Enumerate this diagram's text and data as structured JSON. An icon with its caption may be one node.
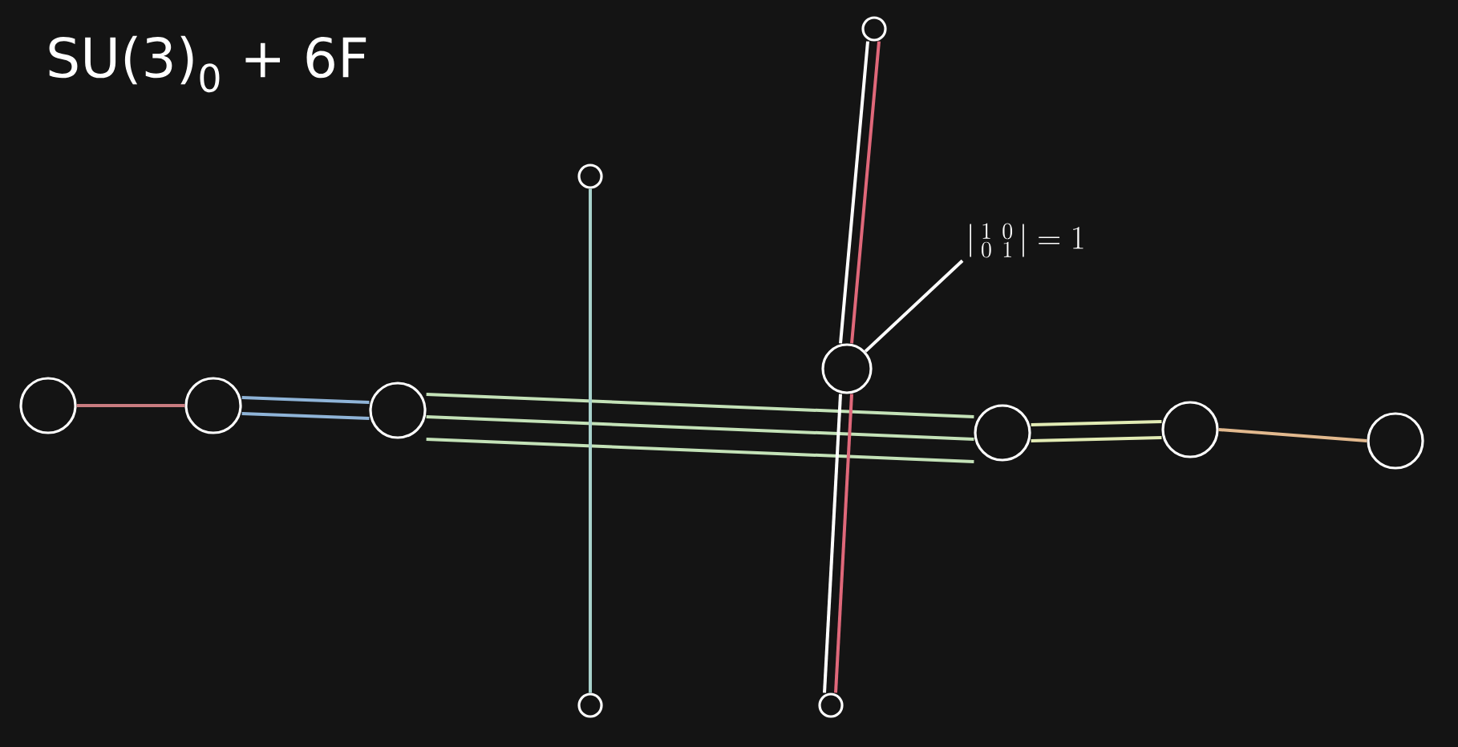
{
  "diagram": {
    "title": "SU(3)$_{0}$ + 6F",
    "nodes": [
      {
        "text": [],
        "shape": "circle"
      },
      {
        "text": [],
        "shape": "circle"
      },
      {
        "text": [],
        "shape": "circle"
      },
      {
        "text": [],
        "shape": "circle"
      },
      {
        "text": [],
        "shape": "circle"
      },
      {
        "text": [],
        "shape": "circle"
      },
      {
        "text": [],
        "shape": "circle"
      },
      {
        "text": [],
        "shape": "circle"
      },
      {
        "text": [],
        "shape": "circle"
      },
      {
        "text": [],
        "shape": "circle"
      },
      {
        "text": [],
        "shape": "circle"
      },
      {
        "text": [
          "\\left|\\begin{smallmatrix}1&0\\\\0&1\\end{smallmatrix}\\right|=1"
        ]
      }
    ],
    "edges": [
      {
        "from": 0,
        "to": 1,
        "arrow": "none",
        "color": "#c87c80"
      },
      {
        "from": 1,
        "to": 2,
        "arrow": "none",
        "color": "#8fb4d8"
      },
      {
        "from": 1,
        "to": 2,
        "arrow": "none",
        "color": "#8fb4d8"
      },
      {
        "from": 2,
        "to": 8,
        "arrow": "none",
        "color": "#c4e2b8"
      },
      {
        "from": 2,
        "to": 8,
        "arrow": "none",
        "color": "#c4e2b8"
      },
      {
        "from": 2,
        "to": 8,
        "arrow": "none",
        "color": "#c4e2b8"
      },
      {
        "from": 8,
        "to": 9,
        "arrow": "none",
        "color": "#e2ebb4"
      },
      {
        "from": 8,
        "to": 9,
        "arrow": "none",
        "color": "#e2ebb4"
      },
      {
        "from": 9,
        "to": 10,
        "arrow": "none",
        "color": "#e2b98e"
      },
      {
        "from": 3,
        "to": 4,
        "arrow": "none",
        "color": "#a8d2cc"
      },
      {
        "from": 5,
        "to": 7,
        "arrow": "none"
      },
      {
        "from": 5,
        "to": 7,
        "arrow": "none",
        "color": "#e0687a"
      },
      {
        "from": 7,
        "to": 6,
        "arrow": "none"
      },
      {
        "from": 7,
        "to": 6,
        "arrow": "none",
        "color": "#e0687a"
      },
      {
        "from": 11,
        "to": 7,
        "arrow": "none"
      }
    ]
  }
}
